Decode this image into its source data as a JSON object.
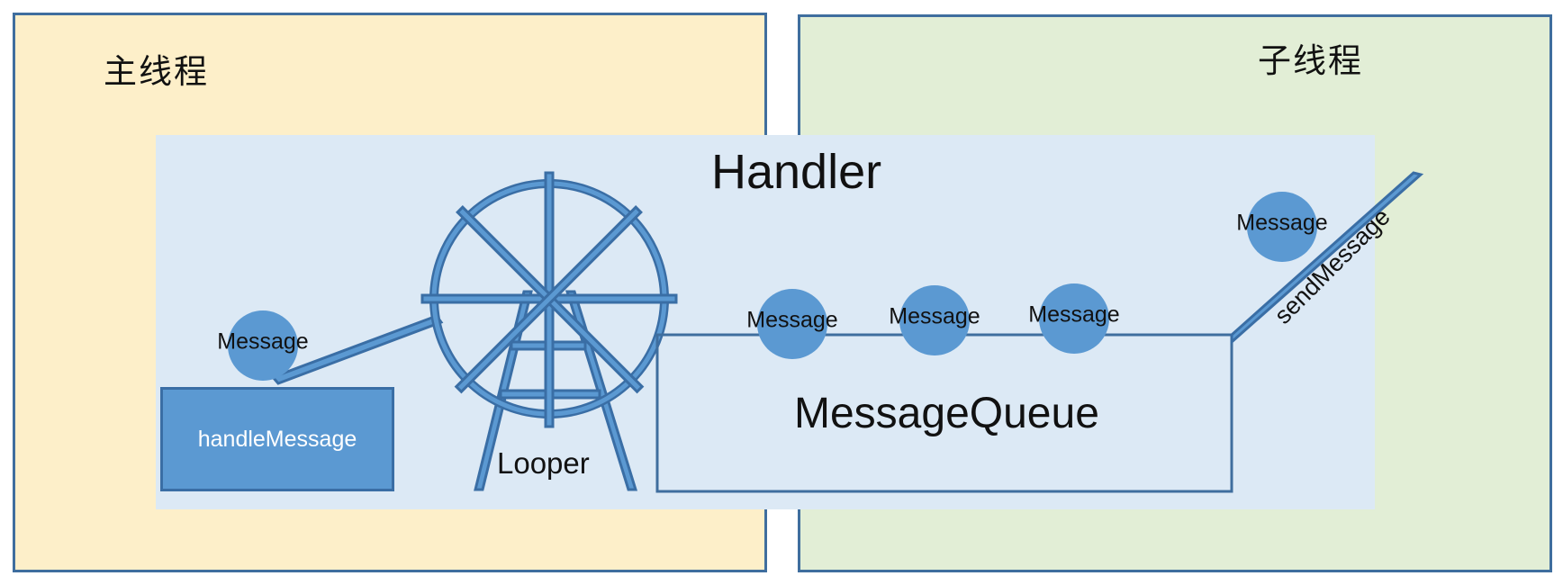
{
  "diagram": {
    "main_thread_title": "主线程",
    "sub_thread_title": "子线程",
    "handler_title": "Handler",
    "looper_label": "Looper",
    "message_queue_label": "MessageQueue",
    "handle_message_label": "handleMessage",
    "send_message_label": "sendMessage",
    "messages": [
      "Message",
      "Message",
      "Message",
      "Message",
      "Message"
    ]
  },
  "colors": {
    "main_thread_bg": "#fdefc9",
    "sub_thread_bg": "#e2eed6",
    "handler_bg": "#dce9f5",
    "accent": "#5b99d2",
    "stroke": "#3f6e9e"
  }
}
